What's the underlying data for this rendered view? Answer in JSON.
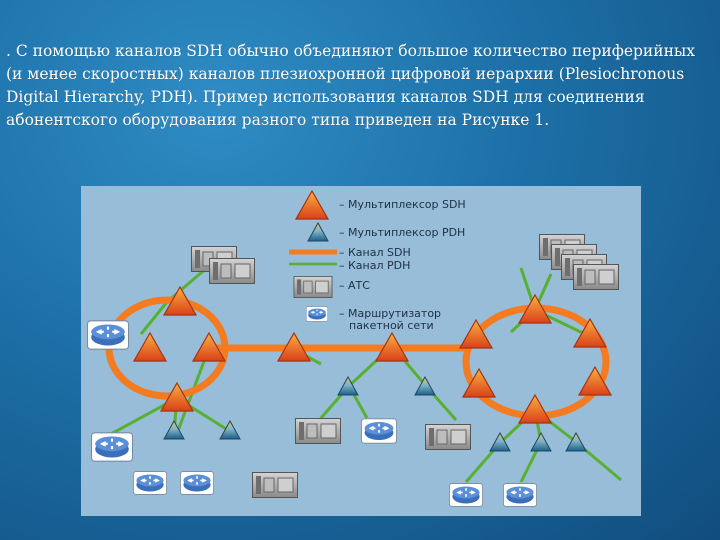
{
  "slide": {
    "paragraph": ". С помощью каналов SDH обычно объединяют большое количество периферийных (и менее скоростных) каналов плезиохронной цифровой иерархии (Plesiochronous Digital Hierarchy, PDH). Пример использования каналов SDH для соединения абонентского оборудования разного типа приведен на Рисунке 1."
  },
  "legend": {
    "sdh_mux": "– Мультиплексор SDH",
    "pdh_mux": "– Мультиплексор PDH",
    "sdh_channel": "– Канал SDH",
    "pdh_channel": "– Канал PDH",
    "pbx": "– АТС",
    "router_line1": "– Маршрутизатор",
    "router_line2": "пакетной сети"
  },
  "colors": {
    "background": "#1c6fa6",
    "panel": "#97bdd8",
    "sdh_ring": "#f47b20",
    "pdh_link": "#58b030",
    "sdh_mux": "#e8561a",
    "pdh_mux": "#2e7fa0",
    "pbx_device": "#9b9b9b",
    "router": "#3a7fd0"
  },
  "icons": {
    "sdh_mux": "orange-triangle-icon",
    "pdh_mux": "blue-triangle-icon",
    "pbx": "pbx-rack-icon",
    "router": "router-icon"
  }
}
